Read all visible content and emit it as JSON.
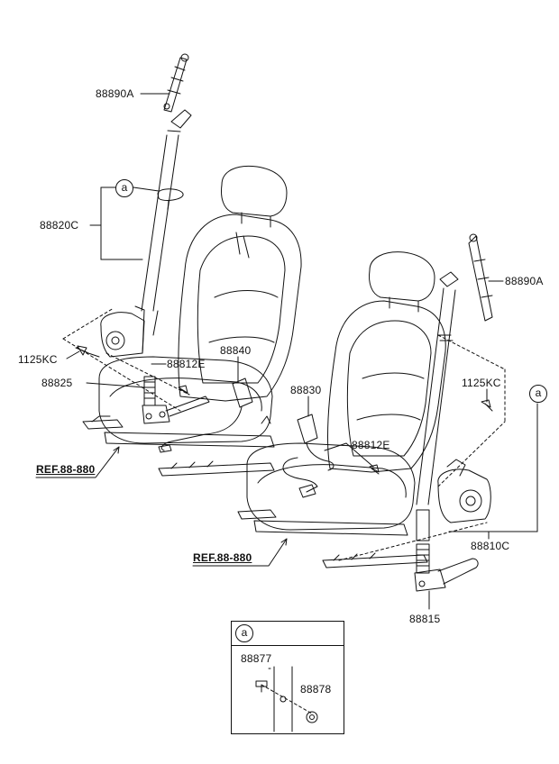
{
  "labels": {
    "retractor_anchor_upper_left": "88890A",
    "retractor_anchor_upper_right": "88890A",
    "belt_assembly_left": "88820C",
    "belt_assembly_right": "88810C",
    "bolt_left": "1125KC",
    "bolt_right": "1125KC",
    "pretensioner_left": "88825",
    "pretensioner_right": "88815",
    "buckle_bolt_left": "88812E",
    "buckle_bolt_right": "88812E",
    "buckle_left": "88840",
    "buckle_right": "88830",
    "ref_left": "REF.88-880",
    "ref_right": "REF.88-880",
    "callout_a_left": "a",
    "callout_a_right": "a"
  },
  "inset": {
    "header": "a",
    "part_1": "88877",
    "part_2": "88878"
  },
  "colors": {
    "line": "#111111",
    "background": "#ffffff"
  }
}
